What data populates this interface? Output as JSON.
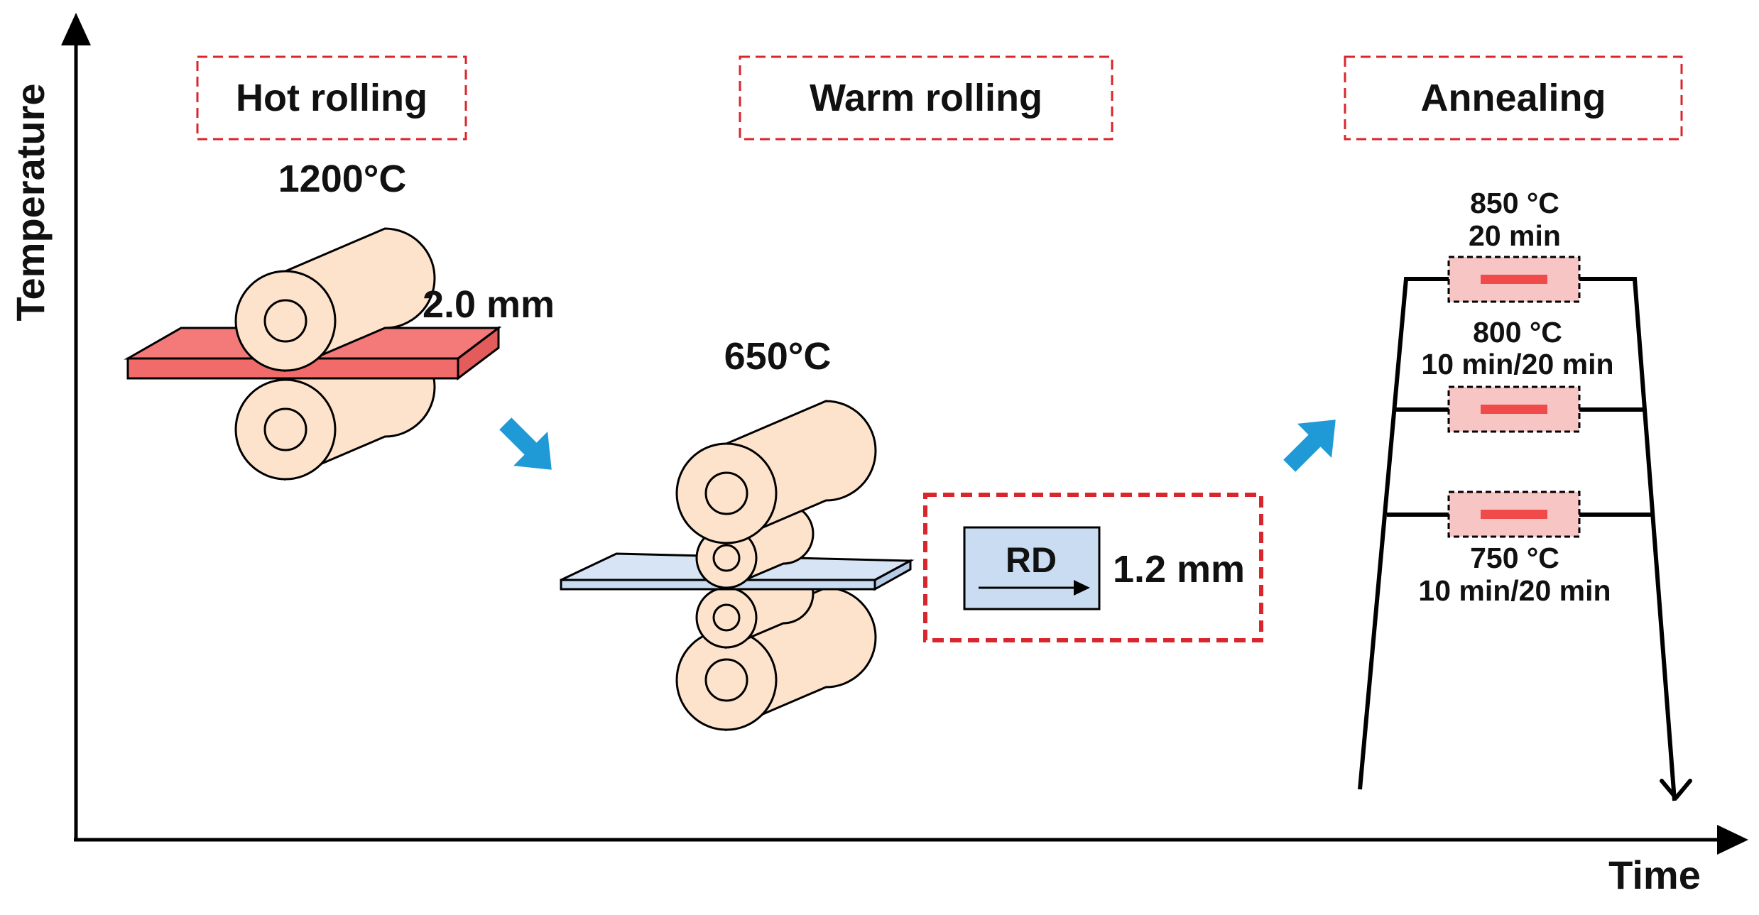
{
  "axes": {
    "y_label": "Temperature",
    "x_label": "Time"
  },
  "stages": {
    "hot_rolling": {
      "title": "Hot rolling",
      "temperature": "1200°C",
      "thickness": "2.0 mm"
    },
    "warm_rolling": {
      "title": "Warm rolling",
      "temperature": "650°C",
      "rd_label": "RD",
      "thickness": "1.2 mm"
    },
    "annealing": {
      "title": "Annealing",
      "conditions": [
        {
          "temp": "850 °C",
          "time": "20 min"
        },
        {
          "temp": "800 °C",
          "time": "10 min/20 min"
        },
        {
          "temp": "750 °C",
          "time": "10 min/20 min"
        }
      ]
    }
  },
  "colors": {
    "hot_plate": "#f26b6b",
    "warm_plate": "#c9dcf2",
    "roller": "#fde3cc",
    "dashed_box": "#d9262c",
    "flow_arrow": "#1f9ad6",
    "sample_fill": "#f8c5c5",
    "sample_bar": "#f04a4a",
    "line": "#000000"
  },
  "icons": [
    "flow-arrow-icon",
    "rd-arrow-icon"
  ]
}
